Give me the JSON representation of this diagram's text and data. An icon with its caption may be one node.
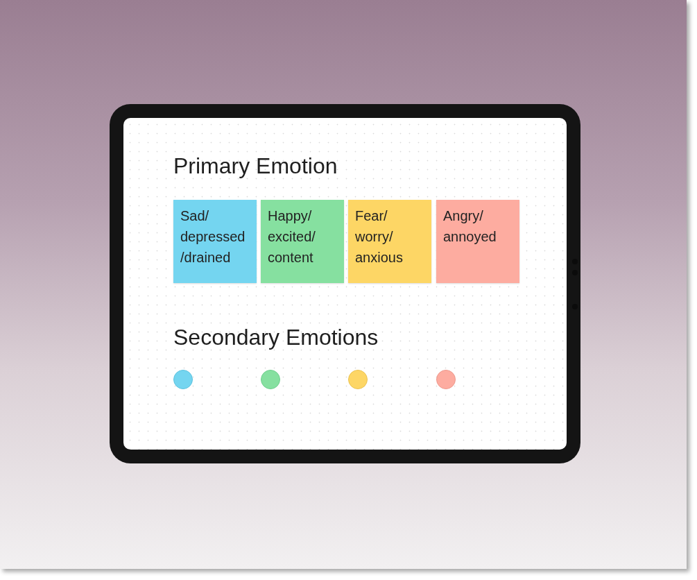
{
  "diagram": {
    "nodes": [
      {
        "text": [
          "Sad/ depressed /drained"
        ]
      },
      {
        "text": [
          "Happy/ excited/ content"
        ]
      },
      {
        "text": [
          "Fear/ worry/ anxious"
        ]
      },
      {
        "text": [
          "Angry/ annoyed"
        ]
      },
      {
        "text": [],
        "shape": "circle"
      },
      {
        "text": [],
        "shape": "circle"
      },
      {
        "text": [],
        "shape": "circle"
      },
      {
        "text": [],
        "shape": "circle"
      }
    ],
    "labels": [
      "Primary Emotion",
      "Secondary Emotions"
    ]
  }
}
